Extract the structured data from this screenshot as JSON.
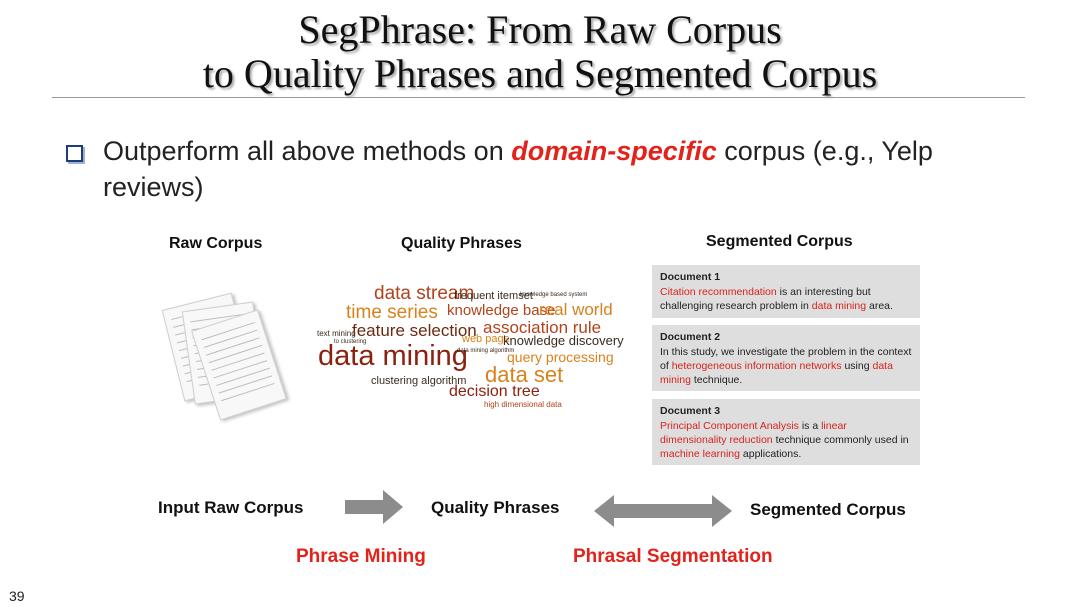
{
  "slide": {
    "title_line1": "SegPhrase: From Raw Corpus",
    "title_line2": "to Quality Phrases and Segmented Corpus",
    "bullet": {
      "prefix": "Outperform all above methods on ",
      "emphasis": "domain-specific",
      "suffix": " corpus (e.g., Yelp reviews)"
    },
    "headers": {
      "raw": "Raw Corpus",
      "quality": "Quality Phrases",
      "segmented": "Segmented Corpus"
    },
    "word_cloud": [
      {
        "text": "data stream",
        "color": "#b2431b"
      },
      {
        "text": "frequent itemset",
        "color": "#3a2a1e"
      },
      {
        "text": "knowledge based system",
        "color": "#3a2a1e"
      },
      {
        "text": "time series",
        "color": "#d9821c"
      },
      {
        "text": "knowledge base",
        "color": "#b2431b"
      },
      {
        "text": "real world",
        "color": "#d9821c"
      },
      {
        "text": "text mining",
        "color": "#3a2a1e"
      },
      {
        "text": "to clustering",
        "color": "#3a2a1e"
      },
      {
        "text": "feature selection",
        "color": "#6b2a12"
      },
      {
        "text": "association rule",
        "color": "#b2431b"
      },
      {
        "text": "web page",
        "color": "#d9821c"
      },
      {
        "text": "knowledge discovery",
        "color": "#3a2a1e"
      },
      {
        "text": "data mining",
        "color": "#8b2210"
      },
      {
        "text": "data mining algorithm",
        "color": "#3a2a1e"
      },
      {
        "text": "query processing",
        "color": "#d9821c"
      },
      {
        "text": "data set",
        "color": "#d9821c"
      },
      {
        "text": "clustering algorithm",
        "color": "#3a2a1e"
      },
      {
        "text": "decision tree",
        "color": "#8b2210"
      },
      {
        "text": "high dimensional data",
        "color": "#b2431b"
      }
    ],
    "documents": [
      {
        "title": "Document 1",
        "parts": [
          {
            "t": "Citation recommendation",
            "red": true
          },
          {
            "t": " is an interesting but challenging research problem in ",
            "red": false
          },
          {
            "t": "data mining",
            "red": true
          },
          {
            "t": " area.",
            "red": false
          }
        ]
      },
      {
        "title": "Document 2",
        "parts": [
          {
            "t": "In this study, we investigate the problem in the context of ",
            "red": false
          },
          {
            "t": "heterogeneous information networks",
            "red": true
          },
          {
            "t": " using ",
            "red": false
          },
          {
            "t": "data mining",
            "red": true
          },
          {
            "t": " technique.",
            "red": false
          }
        ]
      },
      {
        "title": "Document 3",
        "parts": [
          {
            "t": "Principal Component Analysis",
            "red": true
          },
          {
            "t": " is a ",
            "red": false
          },
          {
            "t": "linear dimensionality reduction",
            "red": true
          },
          {
            "t": " technique commonly used in ",
            "red": false
          },
          {
            "t": "machine learning",
            "red": true
          },
          {
            "t": " applications.",
            "red": false
          }
        ]
      }
    ],
    "flow": {
      "input": "Input Raw Corpus",
      "quality": "Quality Phrases",
      "segmented": "Segmented Corpus"
    },
    "steps": {
      "mining": "Phrase Mining",
      "segmentation": "Phrasal Segmentation"
    },
    "page_number": "39",
    "colors": {
      "emphasis_red": "#e3231b",
      "arrow_gray": "#8c8c8c",
      "doc_bg": "#dedede"
    }
  }
}
